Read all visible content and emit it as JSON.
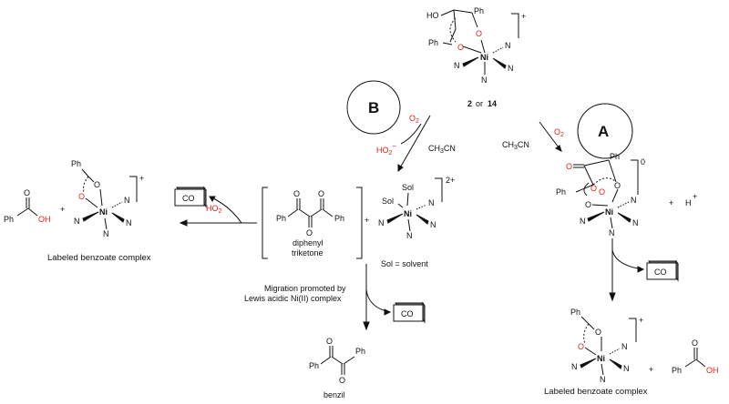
{
  "circle_labels": {
    "b": "B",
    "a": "A"
  },
  "atoms": {
    "ho": "HO",
    "o": "O",
    "ph": "Ph",
    "n": "N",
    "ni": "Ni",
    "sol": "Sol",
    "oh": "OH",
    "h": "H"
  },
  "charges": {
    "plus": "+",
    "two_plus": "2+",
    "zero": "0",
    "hplus": "+",
    "minus": "−"
  },
  "top_complex": {
    "label_a": "2",
    "label_or": "or",
    "label_b": "14"
  },
  "reagents": {
    "o2_a": "O",
    "o2_a_sub": "2",
    "o2_b": "O",
    "o2_b_sub": "2",
    "ho2_b": "HO",
    "ho2_b_sub": "2",
    "ch3cn_b": "CH",
    "ch3cn_b_sub": "3",
    "ch3cn_b_tail": "CN",
    "ch3cn_a": "CH",
    "ch3cn_a_sub": "3",
    "ch3cn_a_tail": "CN",
    "ho2_left": "HO",
    "ho2_left_sub": "2"
  },
  "co_boxes": {
    "left": "CO",
    "a": "CO",
    "b": "CO"
  },
  "texts": {
    "plus_sign": "+",
    "diphenyl": "diphenyl",
    "triketone": "triketone",
    "sol_eq": "Sol = solvent",
    "migration_1": "Migration promoted by",
    "migration_2": "Lewis acidic Ni(II) complex",
    "benzil": "benzil",
    "labeled_left": "Labeled benzoate complex",
    "labeled_right": "Labeled benzoate complex"
  }
}
